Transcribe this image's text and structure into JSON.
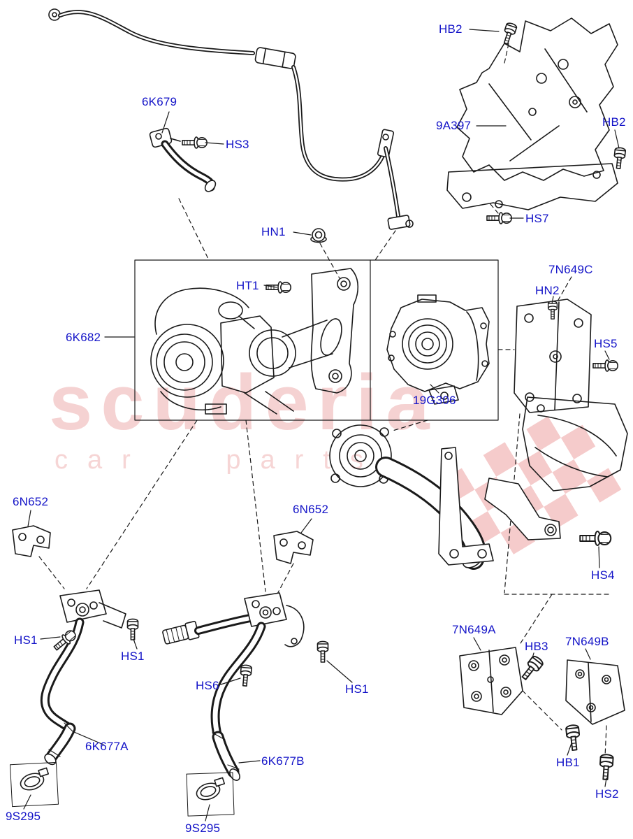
{
  "diagram": {
    "title": "Turbocharger exploded parts diagram",
    "watermark": {
      "title": "scuderia",
      "subtitle": "car parts"
    },
    "colors": {
      "label_blue": "#1414c8",
      "line_black": "#1a1a1a",
      "watermark_pink": "#f0b8b8",
      "watermark_subtle": "#f6d3d3",
      "checker_pink": "#f2b6b6"
    },
    "labels": [
      {
        "id": "6K679",
        "text": "6K679"
      },
      {
        "id": "HS3",
        "text": "HS3"
      },
      {
        "id": "HB2-top",
        "text": "HB2"
      },
      {
        "id": "9A397",
        "text": "9A397"
      },
      {
        "id": "HB2-right",
        "text": "HB2"
      },
      {
        "id": "HS7",
        "text": "HS7"
      },
      {
        "id": "HN1",
        "text": "HN1"
      },
      {
        "id": "HT1",
        "text": "HT1"
      },
      {
        "id": "7N649C",
        "text": "7N649C"
      },
      {
        "id": "HN2",
        "text": "HN2"
      },
      {
        "id": "HS5",
        "text": "HS5"
      },
      {
        "id": "6K682",
        "text": "6K682"
      },
      {
        "id": "19G306",
        "text": "19G306"
      },
      {
        "id": "6N652-left",
        "text": "6N652"
      },
      {
        "id": "6N652-mid",
        "text": "6N652"
      },
      {
        "id": "HS4",
        "text": "HS4"
      },
      {
        "id": "HS1-a",
        "text": "HS1"
      },
      {
        "id": "HS1-b",
        "text": "HS1"
      },
      {
        "id": "HS6",
        "text": "HS6"
      },
      {
        "id": "HS1-c",
        "text": "HS1"
      },
      {
        "id": "7N649A",
        "text": "7N649A"
      },
      {
        "id": "HB3",
        "text": "HB3"
      },
      {
        "id": "7N649B",
        "text": "7N649B"
      },
      {
        "id": "6K677A",
        "text": "6K677A"
      },
      {
        "id": "6K677B",
        "text": "6K677B"
      },
      {
        "id": "HB1",
        "text": "HB1"
      },
      {
        "id": "HS2",
        "text": "HS2"
      },
      {
        "id": "9S295-left",
        "text": "9S295"
      },
      {
        "id": "9S295-mid",
        "text": "9S295"
      }
    ]
  }
}
